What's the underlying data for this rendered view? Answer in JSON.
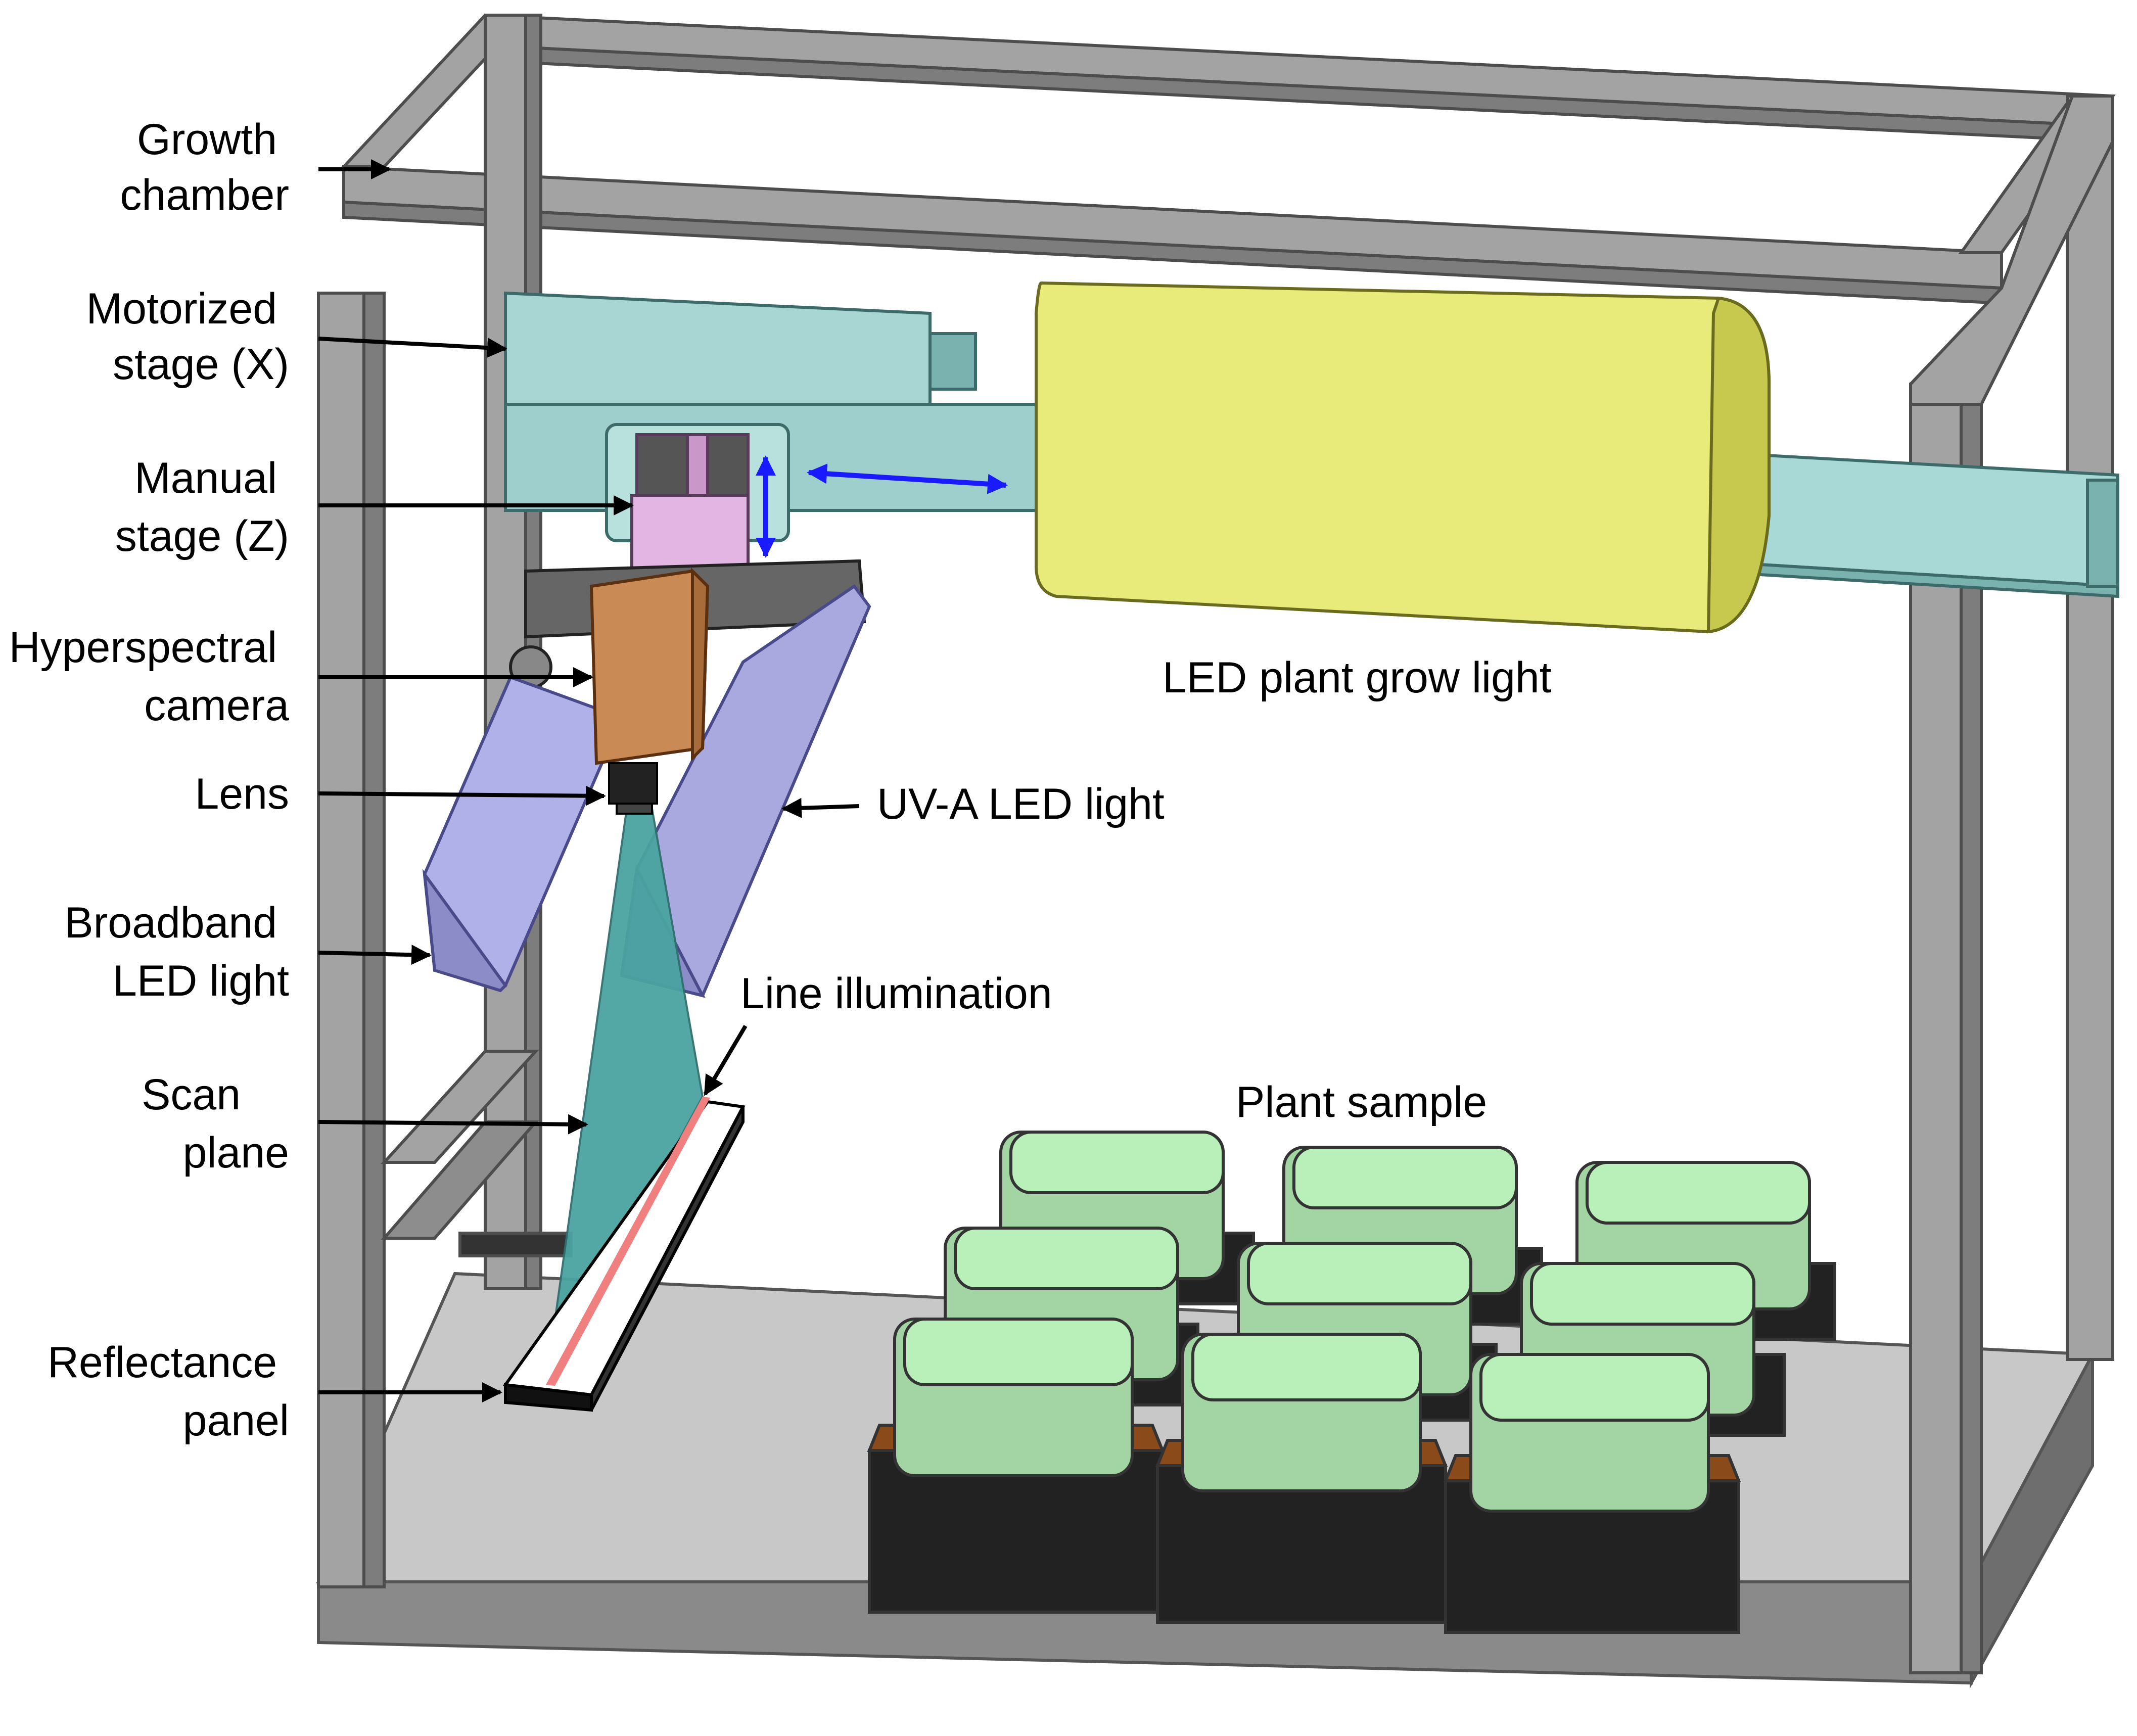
{
  "labels": {
    "growth_chamber": [
      "Growth",
      "chamber"
    ],
    "motorized_stage": [
      "Motorized",
      "stage (X)"
    ],
    "manual_stage": [
      "Manual",
      "stage (Z)"
    ],
    "hyperspectral_camera": [
      "Hyperspectral",
      "camera"
    ],
    "lens": "Lens",
    "broadband_led": [
      "Broadband",
      "LED light"
    ],
    "scan_plane": [
      "Scan",
      "plane"
    ],
    "reflectance_panel": [
      "Reflectance",
      "panel"
    ],
    "uva_led": "UV-A LED light",
    "led_grow_light": "LED plant grow light",
    "line_illumination": "Line illumination",
    "plant_sample": "Plant sample"
  },
  "colors": {
    "frame": "#9a9a9a",
    "frame_dark": "#6e6e6e",
    "floor": "#c8c8c8",
    "stage": "#9fcfcc",
    "grow_light": "#e8ea7a",
    "camera": "#c98a55",
    "led_bar": "#a9a9e0",
    "scan_plane": "#4aa3a0",
    "illumination_line": "#f08080",
    "plant": "#b9efb9",
    "pot_rim": "#8a4a1a",
    "pot": "#222222",
    "z_arrow": "#1a1aff"
  }
}
